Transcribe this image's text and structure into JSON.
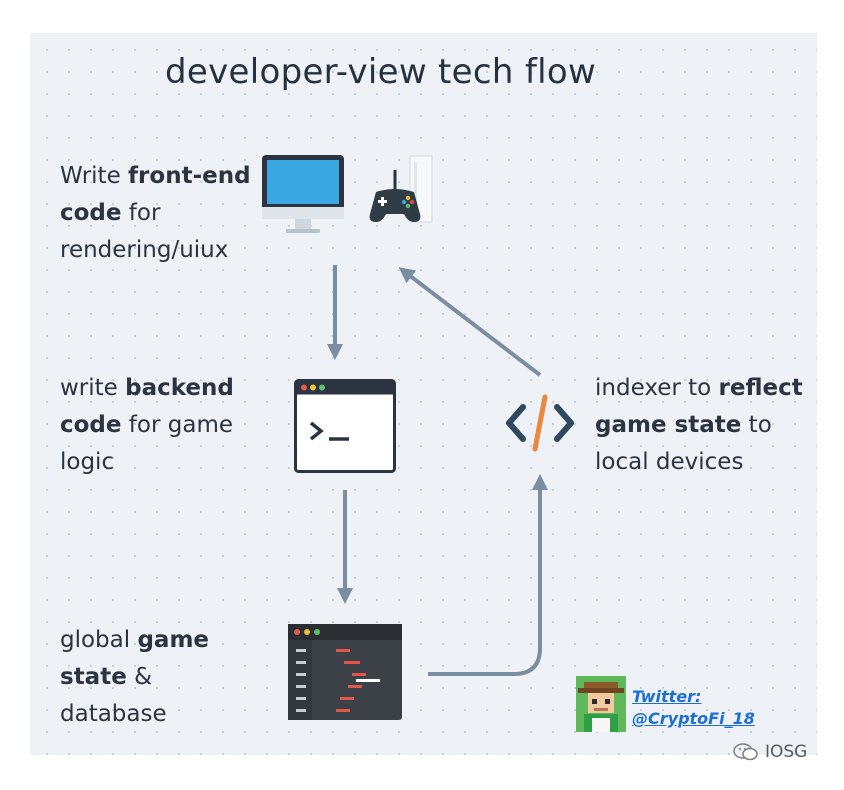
{
  "title": "developer-view tech flow",
  "steps": {
    "frontend": {
      "line1_pre": "Write ",
      "line1_bold": "front-end",
      "line2_bold": "code",
      "line2_post": " for",
      "line3": "rendering/uiux"
    },
    "backend": {
      "line1_pre": "write ",
      "line1_bold": "backend",
      "line2_bold": "code",
      "line2_post": " for game",
      "line3": "logic"
    },
    "gamestate": {
      "line1_pre": "global ",
      "line1_bold": "game",
      "line2_bold": "state",
      "line2_post": " &",
      "line3": "database"
    },
    "indexer": {
      "line1_pre": "indexer to ",
      "line1_bold": "reflect",
      "line2_bold": "game state",
      "line2_post": " to",
      "line3": "local devices"
    }
  },
  "credit": {
    "line1": "Twitter:",
    "line2": "@CryptoFi_18"
  },
  "watermark": "IOSG",
  "icons": [
    "monitor-icon",
    "gamepad-icon",
    "console-icon",
    "terminal-icon",
    "database-window-icon",
    "code-brackets-icon",
    "avatar-icon",
    "wechat-icon"
  ],
  "colors": {
    "background": "#eef2f6",
    "arrow": "#7b8ea1",
    "text": "#2b3440",
    "code_slash": "#e8893b",
    "code_brackets": "#2f4a5f",
    "link": "#1d6fd6"
  }
}
